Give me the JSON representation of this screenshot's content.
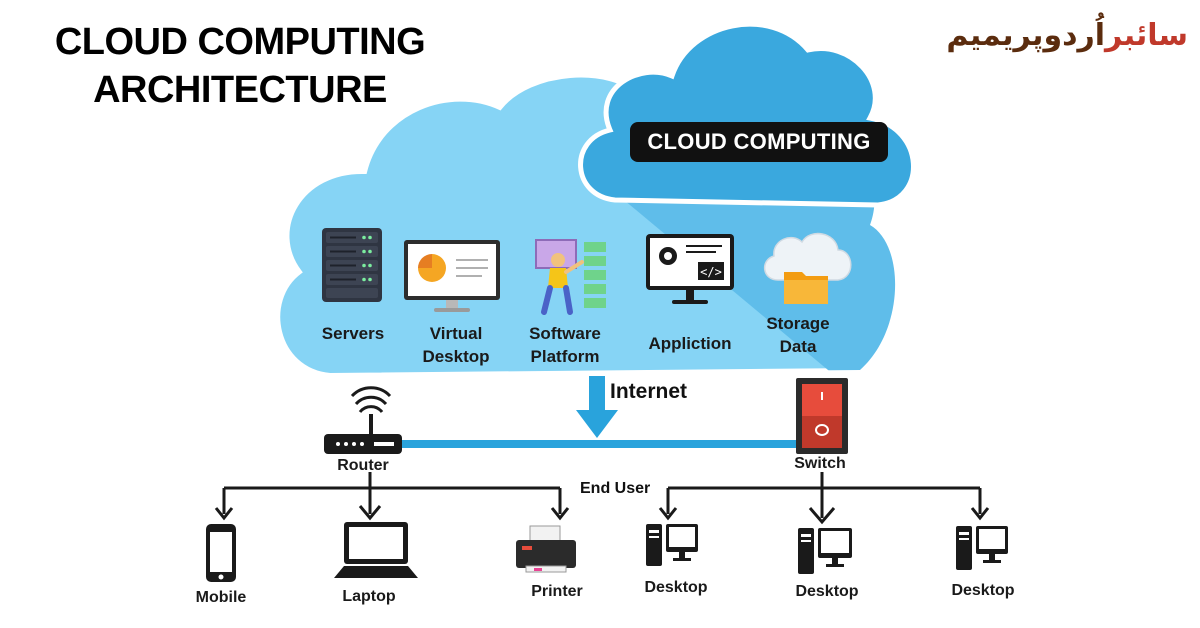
{
  "title": {
    "line1": "CLOUD COMPUTING",
    "line2": "ARCHITECTURE"
  },
  "brand": {
    "part1": "سائبر",
    "part2": "اُردو",
    "part3": "پریمیم"
  },
  "cloud": {
    "badge": "CLOUD COMPUTING",
    "colors": {
      "light": "#86d4f5",
      "dark": "#3aa8de",
      "stroke": "#ffffff"
    },
    "services": [
      {
        "line1": "Servers",
        "line2": "",
        "icon": "server-rack-icon"
      },
      {
        "line1": "Virtual",
        "line2": "Desktop",
        "icon": "monitor-chart-icon"
      },
      {
        "line1": "Software",
        "line2": "Platform",
        "icon": "developer-platform-icon"
      },
      {
        "line1": "Appliction",
        "line2": "",
        "icon": "code-monitor-icon"
      },
      {
        "line1": "Storage",
        "line2": "Data",
        "icon": "cloud-folder-icon"
      }
    ]
  },
  "network": {
    "internet_label": "Internet",
    "router_label": "Router",
    "switch_label": "Switch",
    "end_user_label": "End User",
    "link_color": "#29a3dc"
  },
  "devices": [
    {
      "label": "Mobile",
      "icon": "smartphone-icon"
    },
    {
      "label": "Laptop",
      "icon": "laptop-icon"
    },
    {
      "label": "Printer",
      "icon": "printer-icon"
    },
    {
      "label": "Desktop",
      "icon": "desktop-computer-icon"
    },
    {
      "label": "Desktop",
      "icon": "desktop-computer-icon"
    },
    {
      "label": "Desktop",
      "icon": "desktop-computer-icon"
    }
  ]
}
